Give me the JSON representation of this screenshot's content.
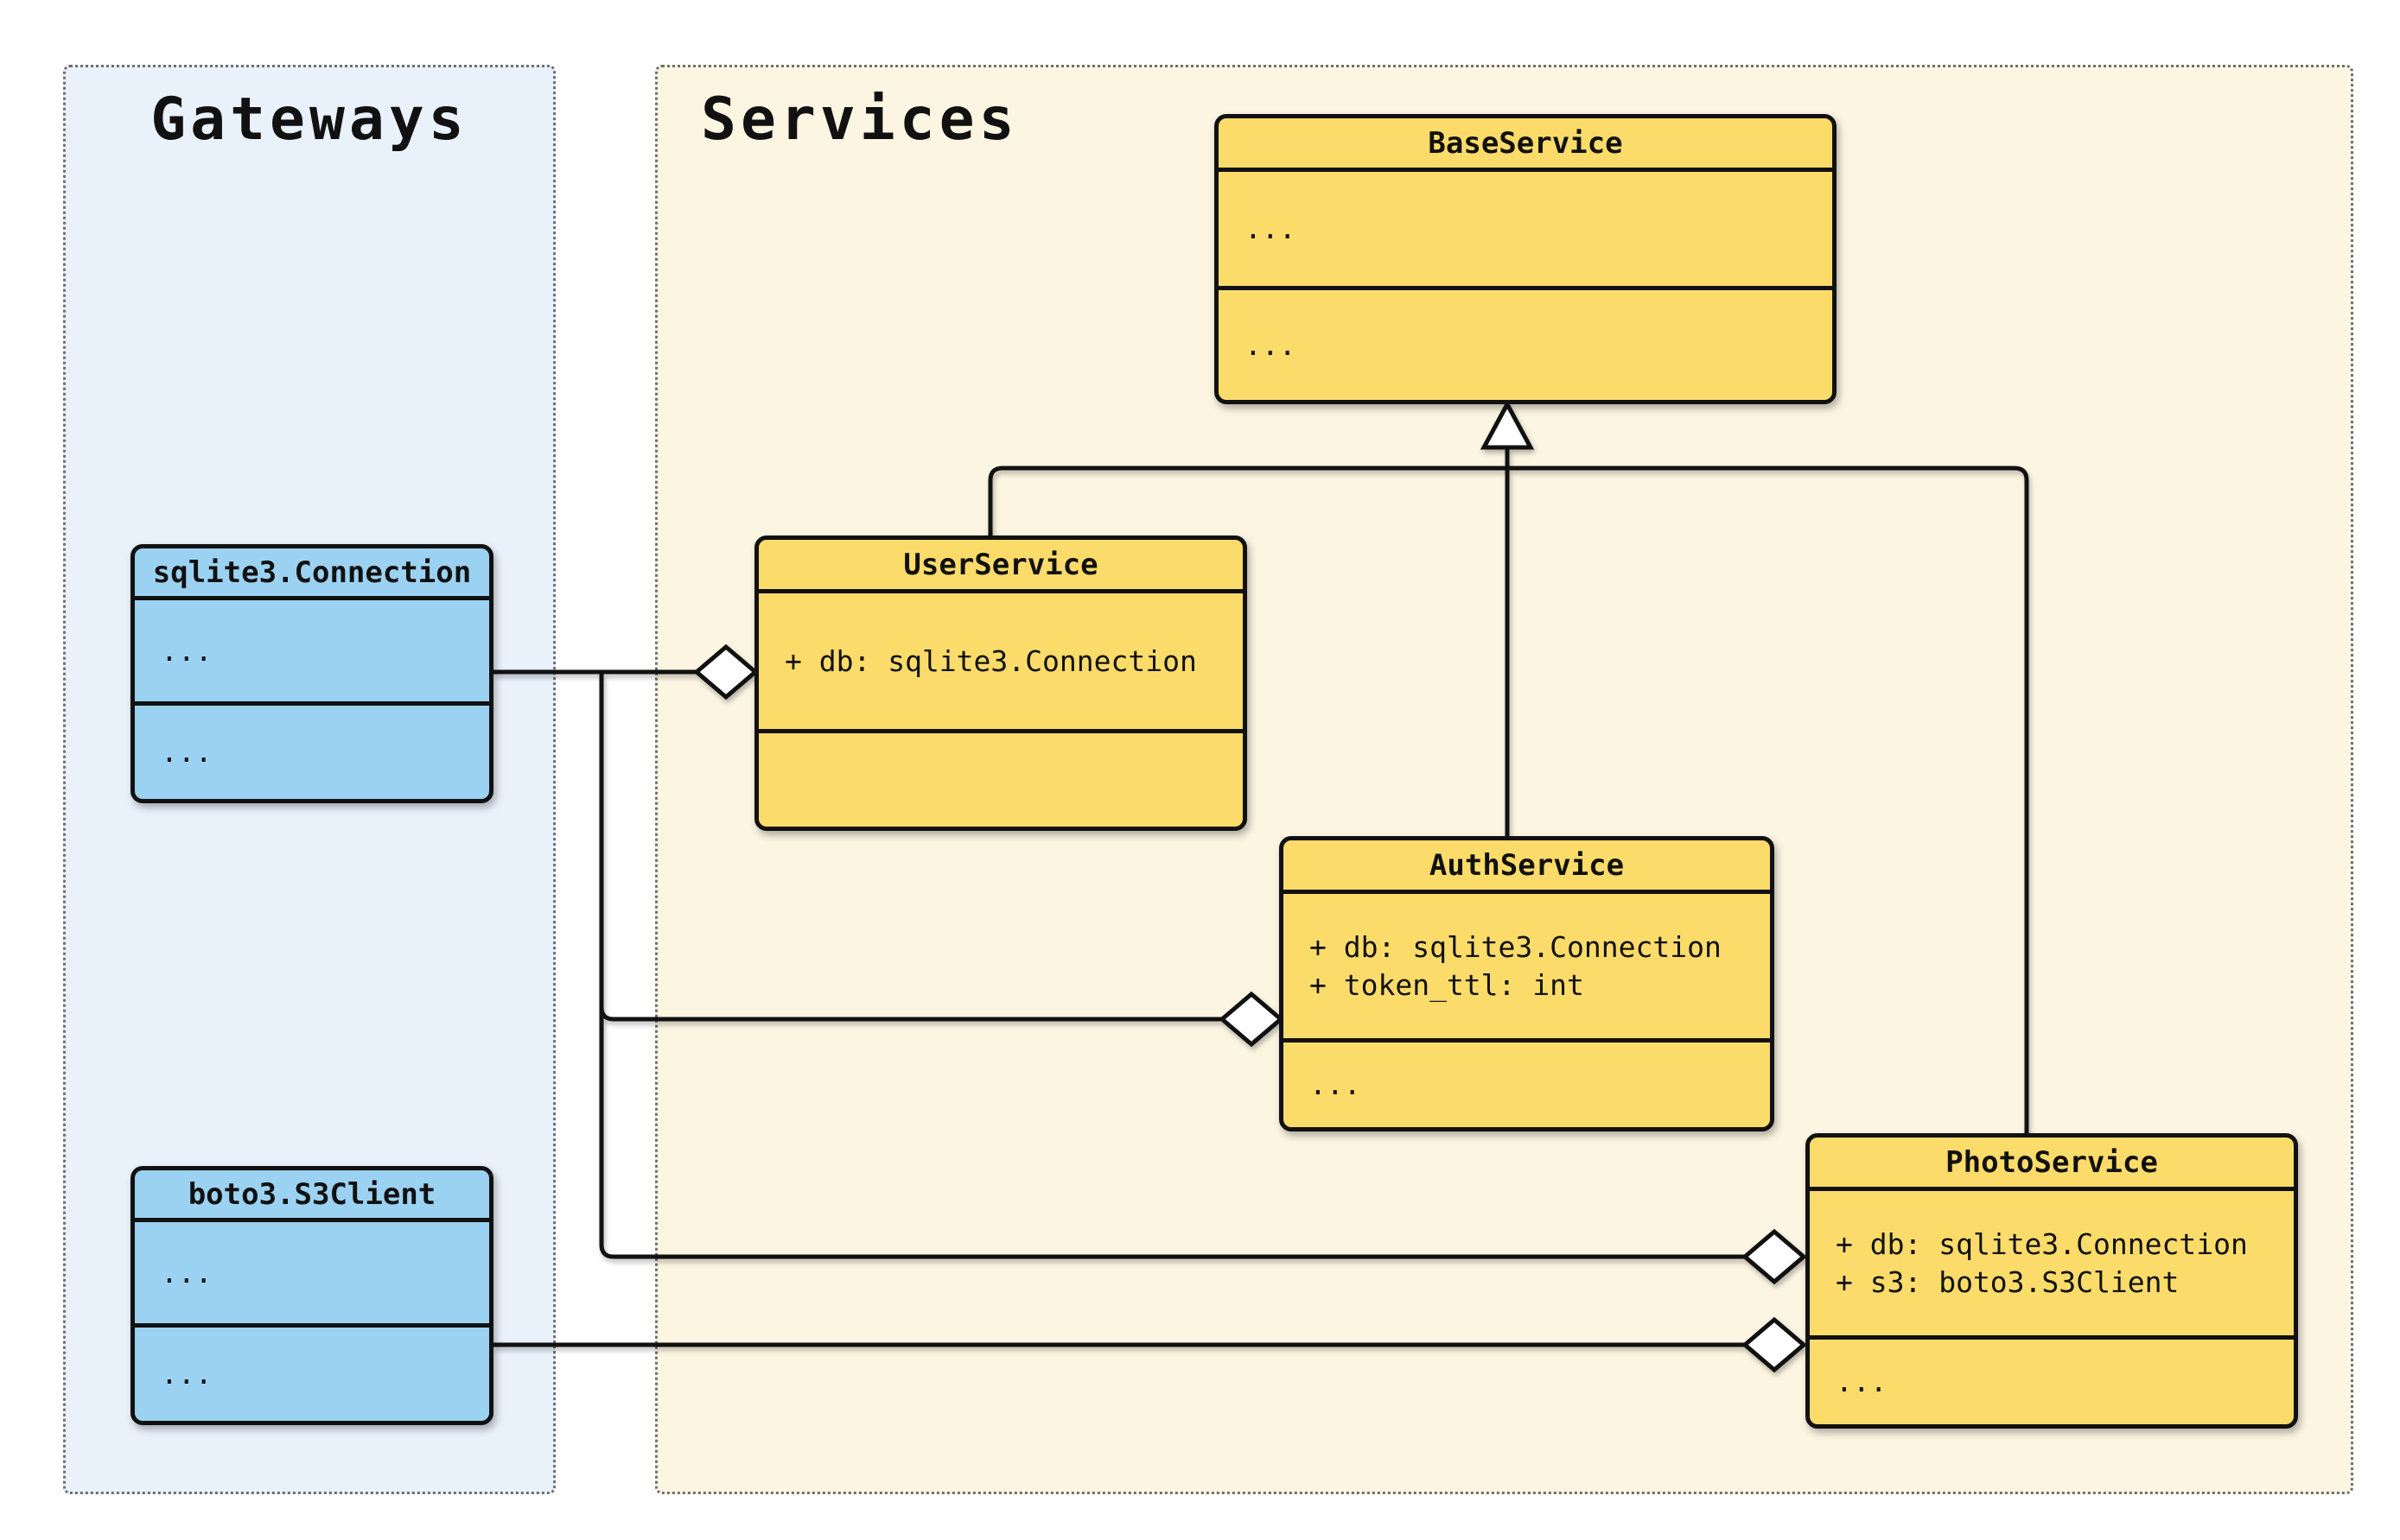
{
  "panels": {
    "gateways": {
      "title": "Gateways",
      "fill": "#E9F1FB"
    },
    "services": {
      "title": "Services",
      "fill": "#FCF5E2"
    }
  },
  "classes": {
    "sqlite_connection": {
      "name": "sqlite3.Connection",
      "attributes": [
        "..."
      ],
      "methods": [
        "..."
      ]
    },
    "boto3_s3client": {
      "name": "boto3.S3Client",
      "attributes": [
        "..."
      ],
      "methods": [
        "..."
      ]
    },
    "base_service": {
      "name": "BaseService",
      "attributes": [
        "..."
      ],
      "methods": [
        "..."
      ]
    },
    "user_service": {
      "name": "UserService",
      "attributes": [
        "+ db: sqlite3.Connection"
      ],
      "methods": []
    },
    "auth_service": {
      "name": "AuthService",
      "attributes": [
        "+ db: sqlite3.Connection",
        "+ token_ttl: int"
      ],
      "methods": [
        "..."
      ]
    },
    "photo_service": {
      "name": "PhotoService",
      "attributes": [
        "+ db: sqlite3.Connection",
        "+ s3: boto3.S3Client"
      ],
      "methods": [
        "..."
      ]
    }
  },
  "colors": {
    "blue_fill": "#9CD2F1",
    "yellow_fill": "#FBDB69",
    "box_border": "#111111",
    "line": "#111111",
    "panel_border": "#6f6f6f",
    "gateways_panel_fill": "#E9F1FB",
    "services_panel_fill": "#FCF5E2"
  },
  "relationships": {
    "inheritance": [
      {
        "from": "UserService",
        "to": "BaseService"
      },
      {
        "from": "AuthService",
        "to": "BaseService"
      },
      {
        "from": "PhotoService",
        "to": "BaseService"
      }
    ],
    "aggregations": [
      {
        "part": "sqlite3.Connection",
        "whole": "UserService"
      },
      {
        "part": "sqlite3.Connection",
        "whole": "AuthService"
      },
      {
        "part": "sqlite3.Connection",
        "whole": "PhotoService"
      },
      {
        "part": "boto3.S3Client",
        "whole": "PhotoService"
      }
    ]
  }
}
